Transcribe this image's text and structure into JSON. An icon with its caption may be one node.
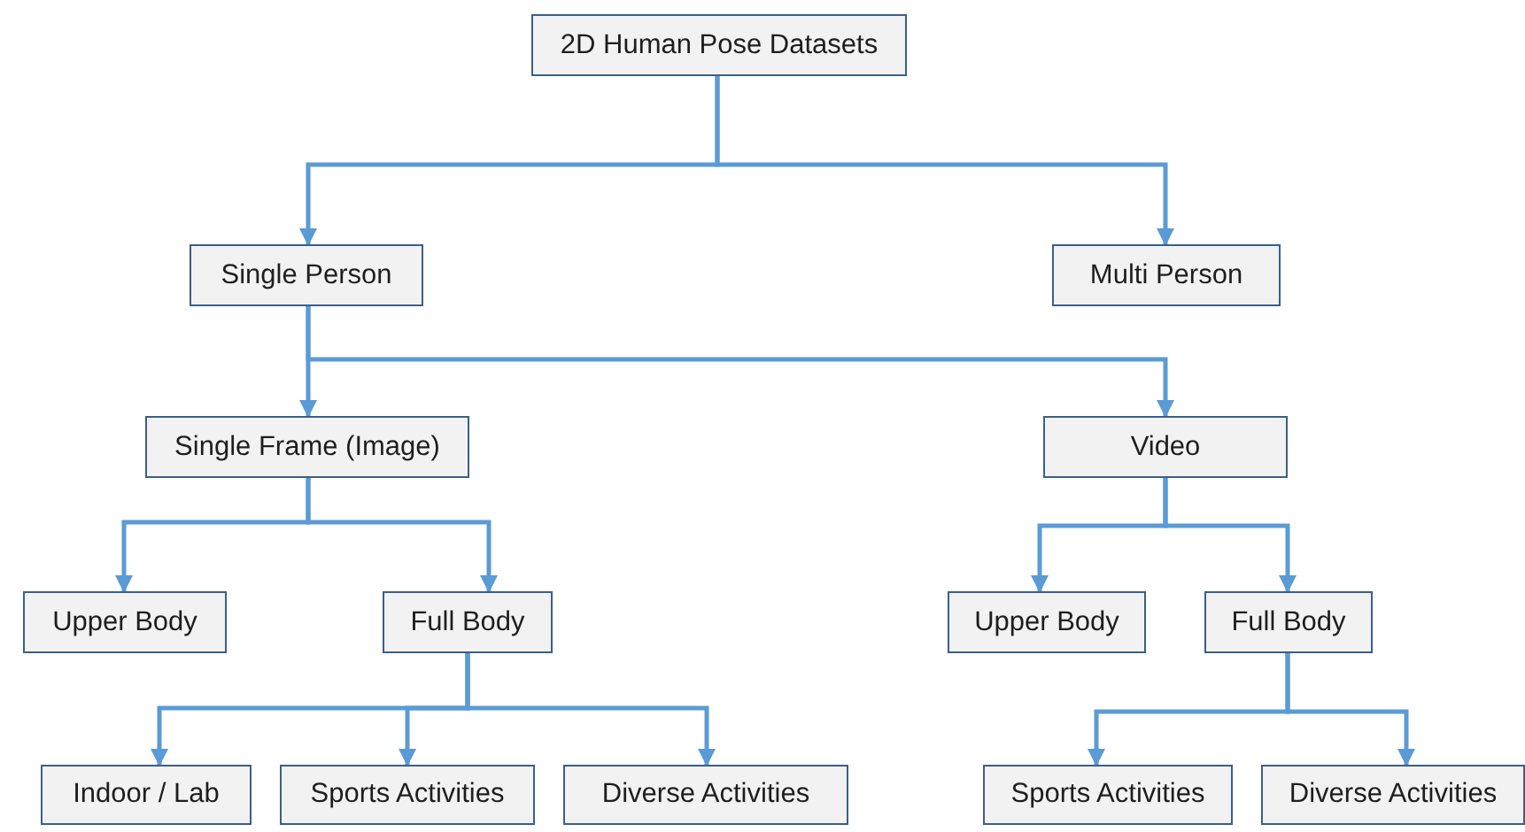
{
  "diagram": {
    "nodes": [
      {
        "text": [
          "2D Human Pose Datasets"
        ]
      },
      {
        "text": [
          "Single Person"
        ]
      },
      {
        "text": [
          "Multi Person"
        ]
      },
      {
        "text": [
          "Single Frame (Image)"
        ]
      },
      {
        "text": [
          "Video"
        ]
      },
      {
        "text": [
          "Upper Body"
        ]
      },
      {
        "text": [
          "Full Body"
        ]
      },
      {
        "text": [
          "Upper Body"
        ]
      },
      {
        "text": [
          "Full Body"
        ]
      },
      {
        "text": [
          "Indoor / Lab"
        ]
      },
      {
        "text": [
          "Sports Activities"
        ]
      },
      {
        "text": [
          "Diverse Activities"
        ]
      },
      {
        "text": [
          "Sports Activities"
        ]
      },
      {
        "text": [
          "Diverse Activities"
        ]
      }
    ],
    "edges": [
      {
        "from": 0,
        "to": 1,
        "arrow": "to"
      },
      {
        "from": 0,
        "to": 2,
        "arrow": "to"
      },
      {
        "from": 1,
        "to": 3,
        "arrow": "to"
      },
      {
        "from": 1,
        "to": 4,
        "arrow": "to"
      },
      {
        "from": 3,
        "to": 5,
        "arrow": "to"
      },
      {
        "from": 3,
        "to": 6,
        "arrow": "to"
      },
      {
        "from": 4,
        "to": 7,
        "arrow": "to"
      },
      {
        "from": 4,
        "to": 8,
        "arrow": "to"
      },
      {
        "from": 6,
        "to": 9,
        "arrow": "to"
      },
      {
        "from": 6,
        "to": 10,
        "arrow": "to"
      },
      {
        "from": 6,
        "to": 11,
        "arrow": "to"
      },
      {
        "from": 8,
        "to": 12,
        "arrow": "to"
      },
      {
        "from": 8,
        "to": 13,
        "arrow": "to"
      }
    ]
  }
}
